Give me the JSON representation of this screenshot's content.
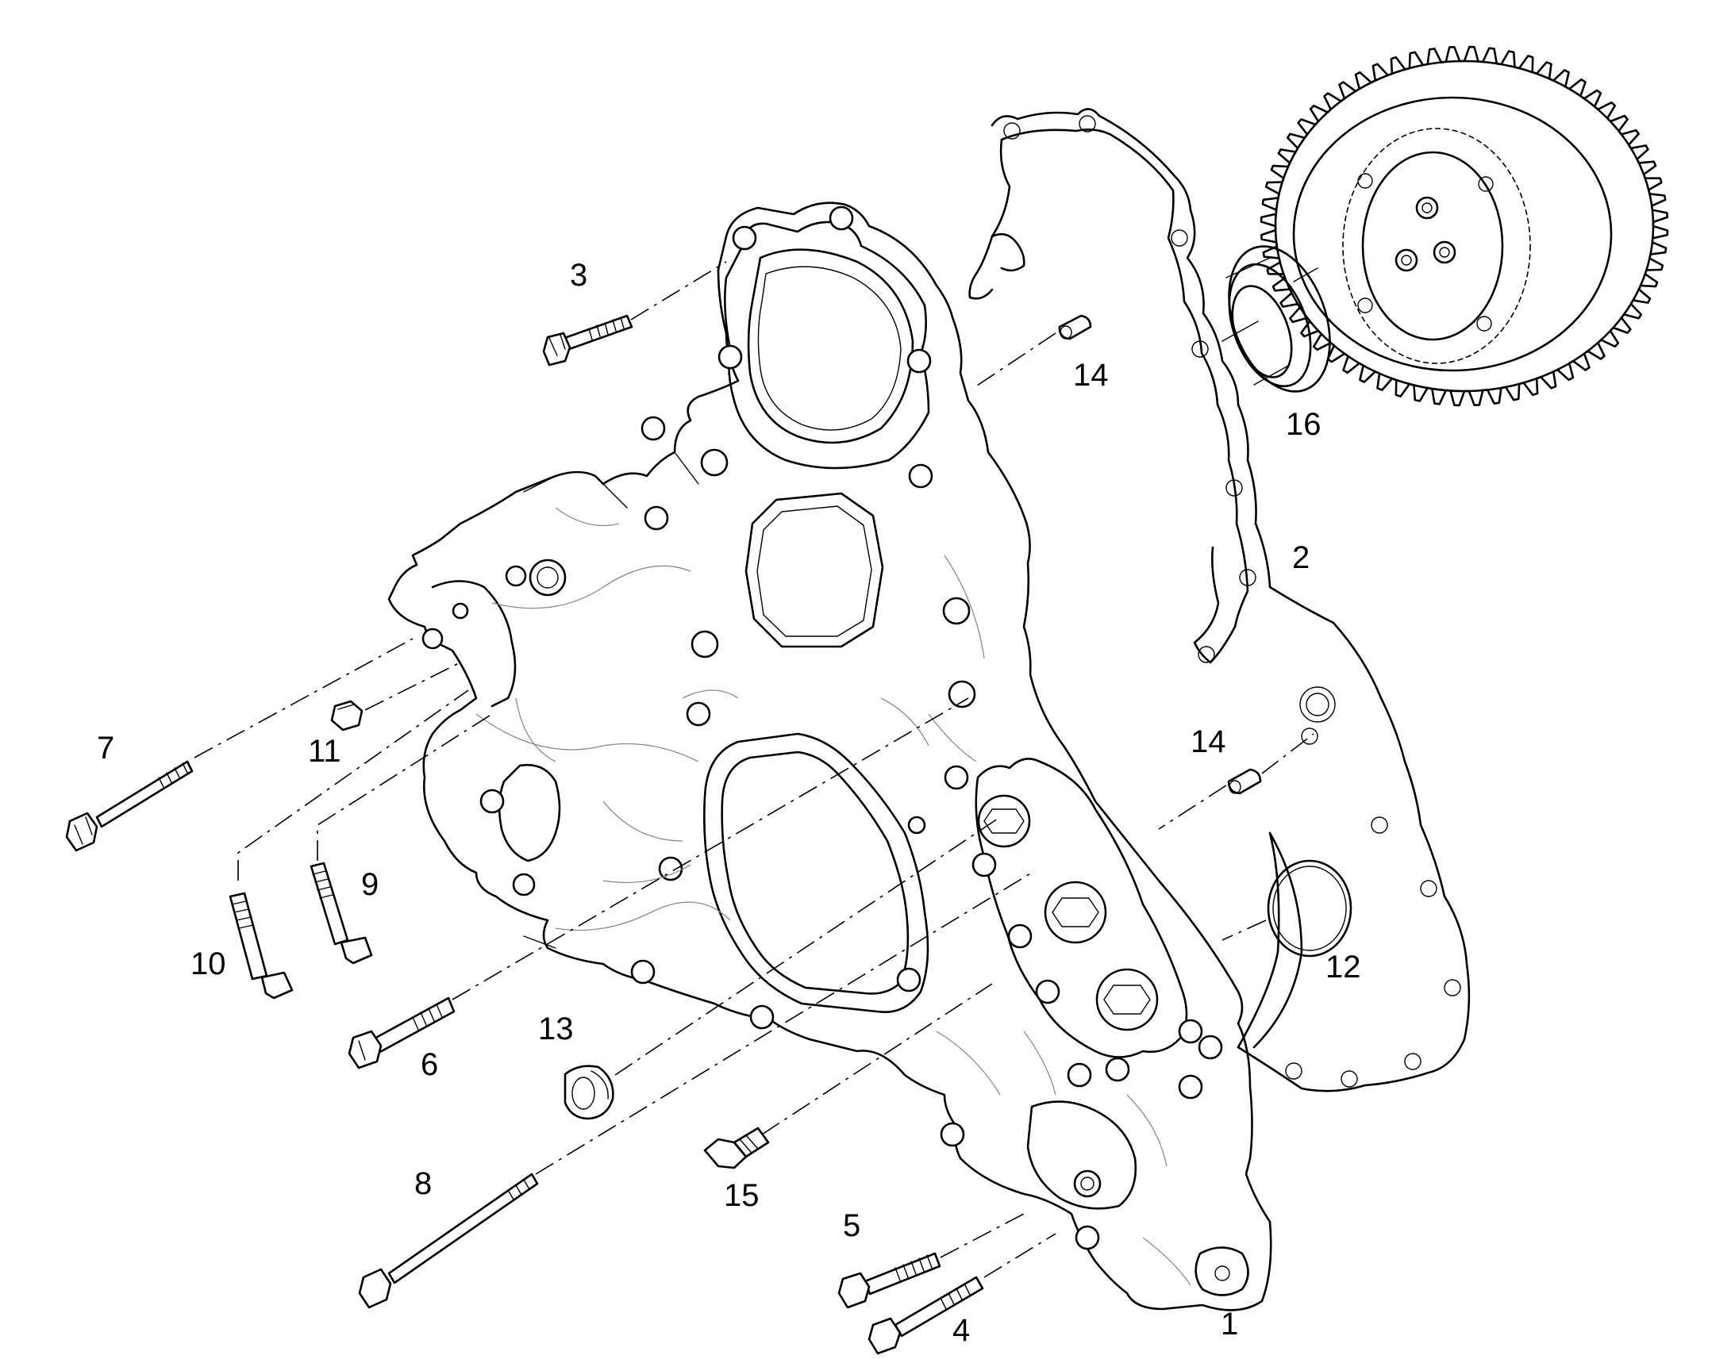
{
  "diagram": {
    "type": "exploded-parts-view",
    "callouts": [
      {
        "id": "1",
        "label": "1"
      },
      {
        "id": "2",
        "label": "2"
      },
      {
        "id": "3",
        "label": "3"
      },
      {
        "id": "4",
        "label": "4"
      },
      {
        "id": "5",
        "label": "5"
      },
      {
        "id": "6",
        "label": "6"
      },
      {
        "id": "7",
        "label": "7"
      },
      {
        "id": "8",
        "label": "8"
      },
      {
        "id": "9",
        "label": "9"
      },
      {
        "id": "10",
        "label": "10"
      },
      {
        "id": "11",
        "label": "11"
      },
      {
        "id": "12",
        "label": "12"
      },
      {
        "id": "13",
        "label": "13"
      },
      {
        "id": "14a",
        "label": "14"
      },
      {
        "id": "14b",
        "label": "14"
      },
      {
        "id": "15",
        "label": "15"
      },
      {
        "id": "16",
        "label": "16"
      }
    ]
  }
}
